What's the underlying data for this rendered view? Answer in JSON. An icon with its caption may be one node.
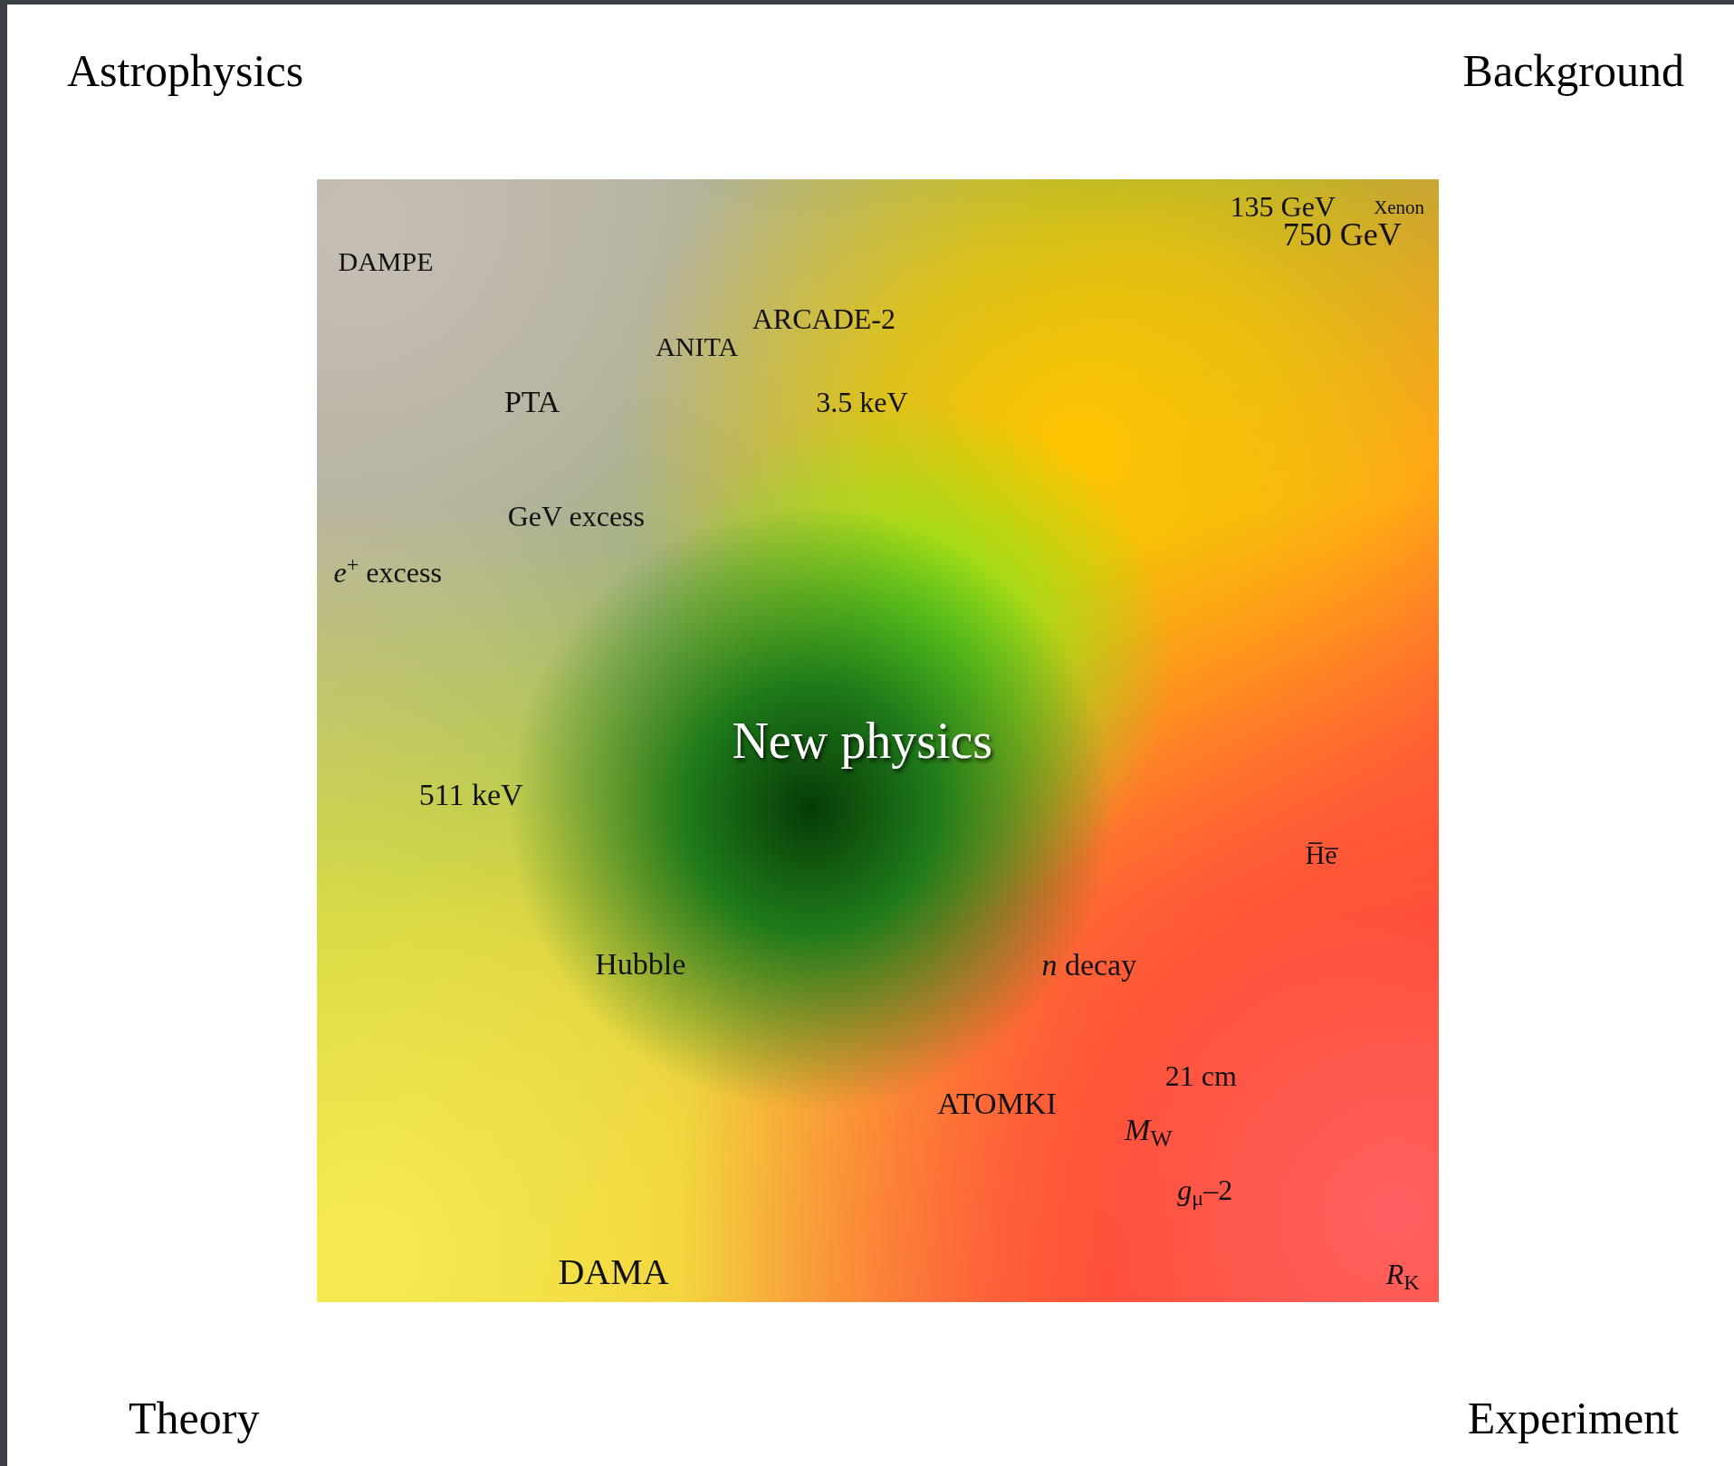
{
  "diagram": {
    "labels": [
      "Astrophysics",
      "Background",
      "DAMPE",
      "135 GeV",
      "Xenon",
      "750 GeV",
      "ARCADE-2",
      "ANITA",
      "PTA",
      "3.5 keV",
      "GeV excess",
      "*e*$^{+}$ excess",
      "New physics",
      "511 keV",
      "H̅e̅",
      "Hubble",
      "*n* decay",
      "21 cm",
      "ATOMKI",
      "*M*$_{W}$",
      "*g*$_{μ}$–2",
      "DAMA",
      "*R*$_{K}$",
      "Theory",
      "Experiment"
    ]
  }
}
